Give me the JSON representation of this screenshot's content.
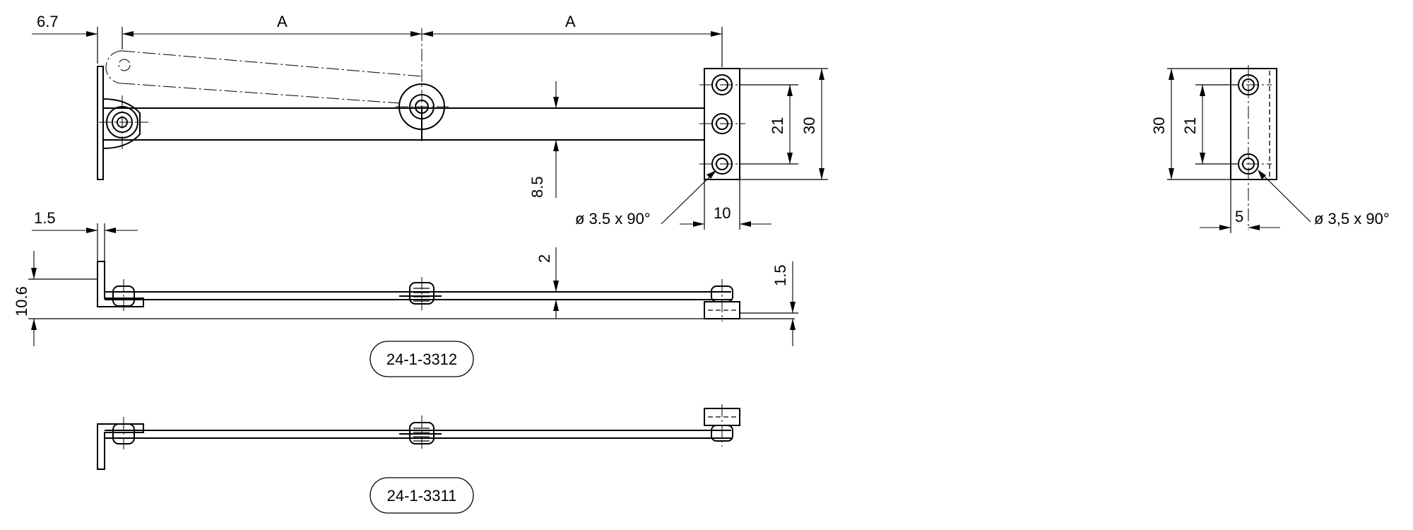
{
  "dimensions": {
    "offset_6_7": "6.7",
    "span_a_left": "A",
    "span_a_right": "A",
    "height_8_5": "8.5",
    "hole_pitch_21": "21",
    "block_height_30": "30",
    "block_width_10": "10",
    "countersink_front": "ø 3.5 x 90°",
    "thickness_1_5": "1.5",
    "height_10_6": "10.6",
    "gap_2": "2",
    "offset_1_5_right": "1.5",
    "side_height_30": "30",
    "side_pitch_21": "21",
    "side_width_5": "5",
    "countersink_side": "ø 3,5 x 90°"
  },
  "part_numbers": {
    "top_assembly": "24-1-3312",
    "bottom_assembly": "24-1-3311"
  }
}
